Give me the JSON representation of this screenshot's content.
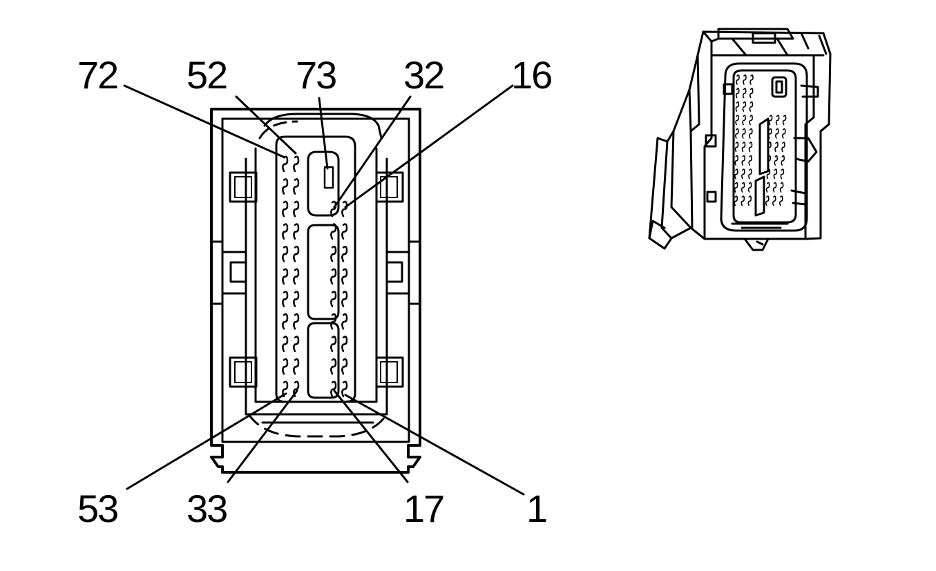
{
  "connector_face": {
    "top_labels": [
      {
        "id": "72",
        "text": "72"
      },
      {
        "id": "52",
        "text": "52"
      },
      {
        "id": "73",
        "text": "73"
      },
      {
        "id": "32",
        "text": "32"
      },
      {
        "id": "16",
        "text": "16"
      }
    ],
    "bottom_labels": [
      {
        "id": "53",
        "text": "53"
      },
      {
        "id": "33",
        "text": "33"
      },
      {
        "id": "17",
        "text": "17"
      },
      {
        "id": "1",
        "text": "1"
      }
    ]
  },
  "colors": {
    "line": "#000000",
    "background": "#ffffff"
  }
}
